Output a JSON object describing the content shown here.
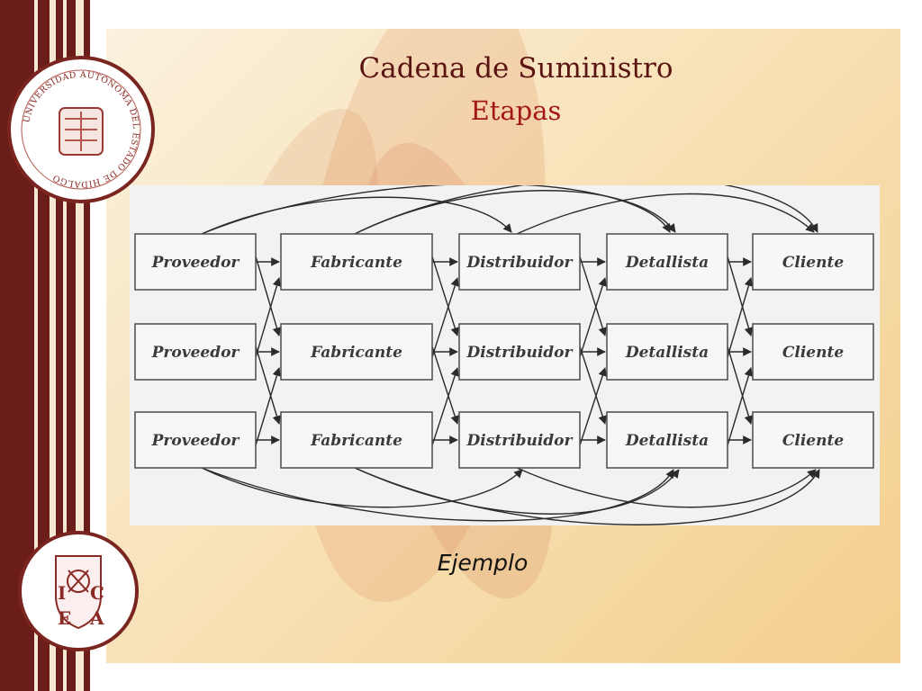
{
  "slide": {
    "title": "Cadena de Suministro",
    "subtitle": "Etapas",
    "caption": "Ejemplo"
  },
  "logos": {
    "top_ring_text": "UNIVERSIDAD AUTÓNOMA DEL ESTADO DE HIDALGO",
    "bottom_letters": [
      "I",
      "C",
      "E",
      "A"
    ]
  },
  "diagram": {
    "columns": [
      "Proveedor",
      "Fabricante",
      "Distribuidor",
      "Detallista",
      "Cliente"
    ],
    "rows": 3
  },
  "colors": {
    "maroon": "#6b1d1a",
    "title": "#5a1412",
    "subtitle": "#a3161a",
    "panel": "#f8e2b8"
  }
}
